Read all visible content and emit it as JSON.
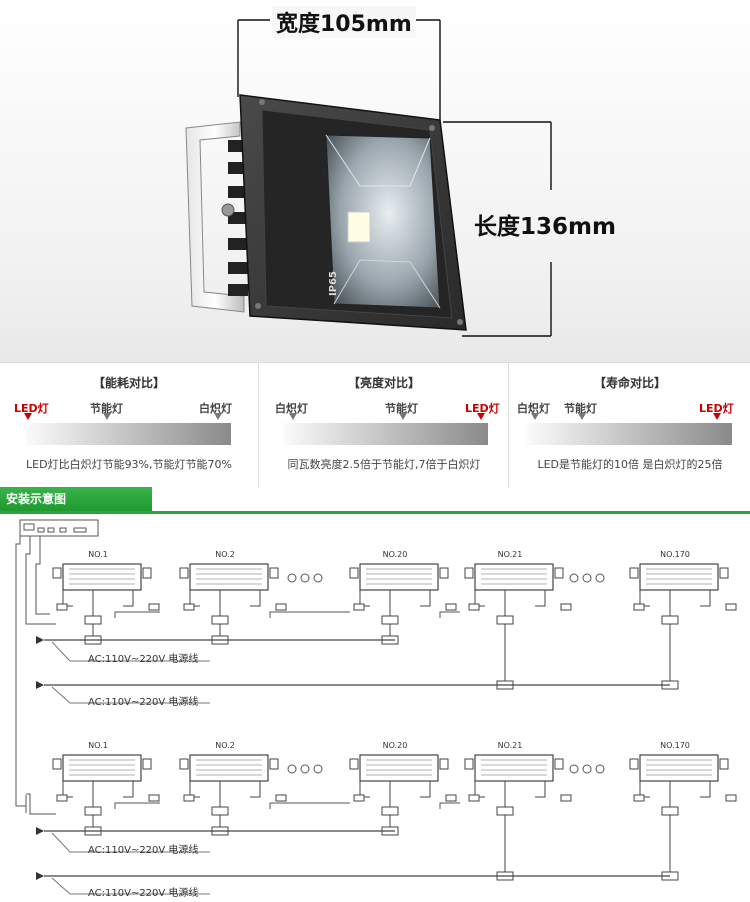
{
  "product": {
    "width_label": "宽度105mm",
    "length_label": "长度136mm",
    "rating": "IP65"
  },
  "comparisons": [
    {
      "title": "【能耗对比】",
      "labels": [
        "LED灯",
        "节能灯",
        "白炽灯"
      ],
      "note": "LED灯比白炽灯节能93%,节能灯节能70%"
    },
    {
      "title": "【亮度对比】",
      "labels": [
        "白炽灯",
        "节能灯",
        "LED灯"
      ],
      "note": "同瓦数亮度2.5倍于节能灯,7倍于白炽灯"
    },
    {
      "title": "【寿命对比】",
      "labels": [
        "白炽灯",
        "节能灯",
        "LED灯"
      ],
      "note": "LED是节能灯的10倍 是白炽灯的25倍"
    }
  ],
  "install": {
    "title": "安装示意图",
    "fixtures": [
      "NO.1",
      "NO.2",
      "NO.20",
      "NO.21",
      "NO.170"
    ],
    "ellipsis": "○○○",
    "ac_label": "AC:110V~220V 电源线"
  },
  "colors": {
    "accent_green": "#2aa63c",
    "led_red": "#c00000"
  }
}
